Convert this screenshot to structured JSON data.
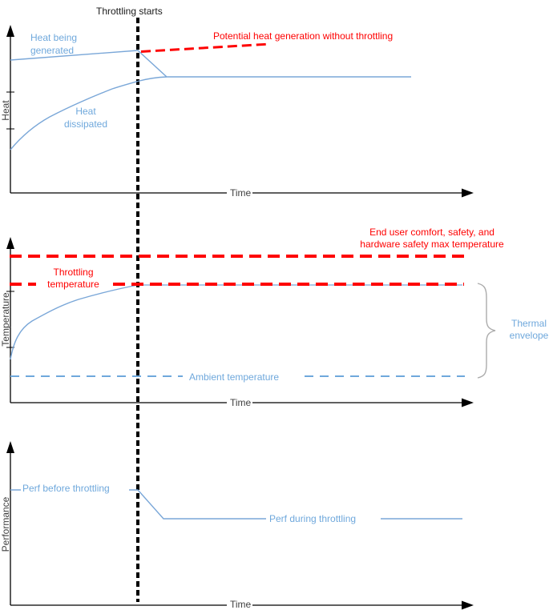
{
  "colors": {
    "accent_blue": "#6FA8DC",
    "accent_red": "#FE0000",
    "axis_black": "#000000",
    "axis_label_gray": "#3F3F3F",
    "brace_gray": "#ABABAB"
  },
  "charts": [
    {
      "id": "heat",
      "ylabel": "Heat",
      "xlabel": "Time",
      "annotations": {
        "throttling_starts": "Throttling starts",
        "heat_generated": "Heat being\ngenerated",
        "heat_dissipated": "Heat\ndissipated",
        "potential_heat": "Potential heat generation without throttling"
      }
    },
    {
      "id": "temperature",
      "ylabel": "Temperature",
      "xlabel": "Time",
      "annotations": {
        "max_temp": "End user comfort, safety, and\nhardware safety max temperature",
        "throttling_temp": "Throttling\ntemperature",
        "ambient": "Ambient temperature",
        "thermal_envelope": "Thermal\nenvelope"
      }
    },
    {
      "id": "performance",
      "ylabel": "Performance",
      "xlabel": "Time",
      "annotations": {
        "perf_before": "Perf before throttling",
        "perf_during": "Perf during throttling"
      }
    }
  ]
}
